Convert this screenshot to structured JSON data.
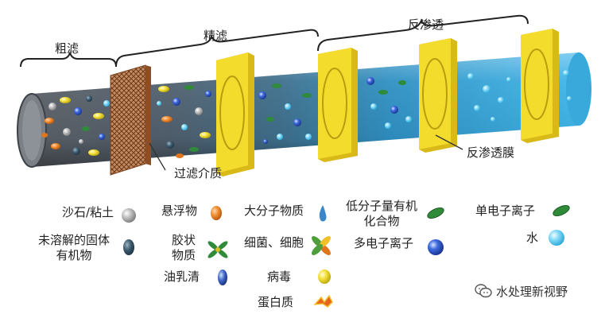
{
  "stages": {
    "coarse": "粗滤",
    "fine": "精滤",
    "ro": "反渗透"
  },
  "callouts": {
    "filter_media": "过滤介质",
    "ro_membrane": "反渗透膜"
  },
  "legend": [
    {
      "label": "沙石/粘土",
      "icon": "sand-clay-icon"
    },
    {
      "label": "悬浮物",
      "icon": "suspended-solids-icon"
    },
    {
      "label": "大分子物质",
      "icon": "macromolecule-icon"
    },
    {
      "label": "低分子量有机\n化合物",
      "icon": "low-mw-organic-icon"
    },
    {
      "label": "单电子离子",
      "icon": "monovalent-ion-icon"
    },
    {
      "label": "未溶解的固体\n有机物",
      "icon": "undissolved-organic-icon"
    },
    {
      "label": "胶状\n物质",
      "icon": "colloid-icon"
    },
    {
      "label": "细菌、细胞",
      "icon": "bacteria-cell-icon"
    },
    {
      "label": "多电子离子",
      "icon": "multivalent-ion-icon"
    },
    {
      "label": "水",
      "icon": "water-icon"
    },
    {
      "label": "油乳清",
      "icon": "oil-emulsion-icon"
    },
    {
      "label": "病毒",
      "icon": "virus-icon"
    },
    {
      "label": "蛋白质",
      "icon": "protein-icon"
    }
  ],
  "watermark": "水处理新视野",
  "colors": {
    "pipe_grey": "#4a5058",
    "pipe_blue": "#3fb6ea",
    "filter_yellow": "#f2d829",
    "mesh_brown": "#b9774a"
  }
}
